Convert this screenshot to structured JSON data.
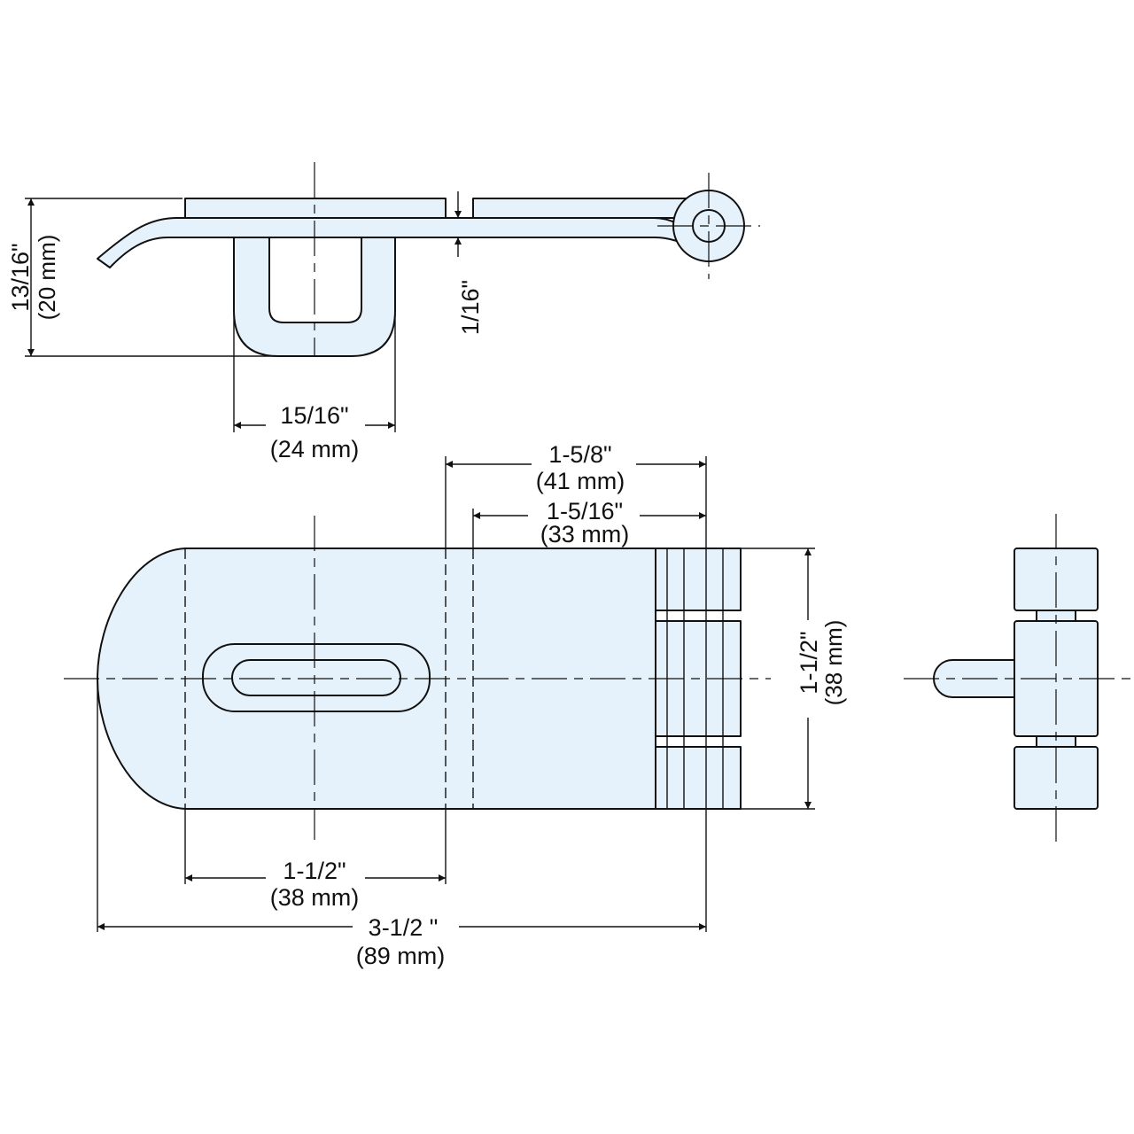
{
  "dimensions": {
    "overall_height": {
      "imperial": "13/16\"",
      "metric": "(20 mm)"
    },
    "thickness": {
      "imperial": "1/16\""
    },
    "staple_width": {
      "imperial": "15/16\"",
      "metric": "(24 mm)"
    },
    "slot_to_hinge": {
      "imperial": "1-5/8\"",
      "metric": "(41 mm)"
    },
    "hinge_offset": {
      "imperial": "1-5/16\"",
      "metric": "(33 mm)"
    },
    "width": {
      "imperial": "1-1/2\"",
      "metric": "(38 mm)"
    },
    "slot_span": {
      "imperial": "1-1/2\"",
      "metric": "(38 mm)"
    },
    "overall_length": {
      "imperial": "3-1/2 \"",
      "metric": "(89 mm)"
    }
  },
  "colors": {
    "fill": "#e6f2fb",
    "line": "#111111"
  }
}
